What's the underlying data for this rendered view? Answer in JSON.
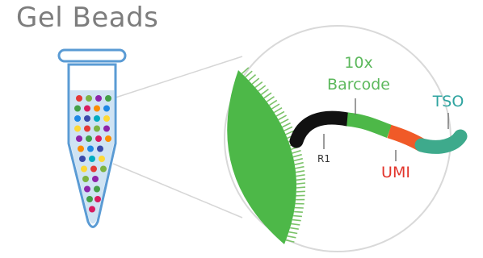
{
  "title": "Gel Beads",
  "labels": {
    "barcode_line1": "10x",
    "barcode_line2": "Barcode",
    "tso": "TSO",
    "r1": "R1",
    "umi": "UMI"
  },
  "colors": {
    "title": "#7d7d7d",
    "tube_outline": "#5a9bd4",
    "tube_liquid": "#cfe3f3",
    "bead": "#4db848",
    "bead_fringe": "#7cc36a",
    "r1_segment": "#111111",
    "barcode_segment": "#4db848",
    "umi_segment": "#f05a28",
    "tso_segment": "#3eaa8c",
    "label_barcode": "#5cb85c",
    "label_tso": "#2fa4a0",
    "label_umi": "#e2342b",
    "label_r1": "#333333",
    "circle_outline": "#d9d9d9"
  },
  "tube_bead_colors": [
    "#e53935",
    "#43a047",
    "#1e88e5",
    "#fdd835",
    "#8e24aa",
    "#fb8c00",
    "#00acc1",
    "#7cb342",
    "#d81b60",
    "#3949ab"
  ]
}
